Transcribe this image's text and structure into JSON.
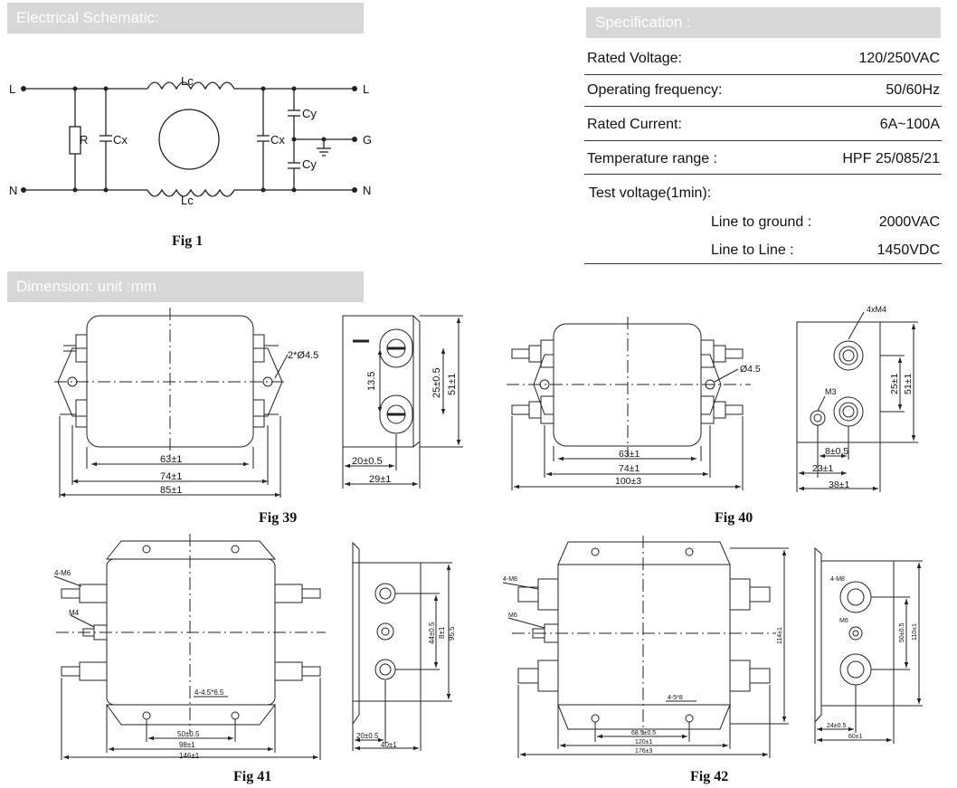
{
  "headers": {
    "schematic": "Electrical Schematic:",
    "specification": "Specification :",
    "dimension": "Dimension:    unit :mm"
  },
  "spec": {
    "rated_voltage": {
      "label": "Rated Voltage:",
      "value": "120/250VAC"
    },
    "frequency": {
      "label": "Operating frequency:",
      "value": "50/60Hz"
    },
    "rated_current": {
      "label": "Rated Current:",
      "value": "6A~100A"
    },
    "temperature": {
      "label": "Temperature range :",
      "value": "HPF 25/085/21"
    },
    "test_voltage": {
      "label": "Test voltage(1min):"
    },
    "line_ground": {
      "label": "Line to ground :",
      "value": "2000VAC"
    },
    "line_line": {
      "label": "Line to Line :",
      "value": "1450VDC"
    }
  },
  "schematic": {
    "L": "L",
    "N": "N",
    "G": "G",
    "R": "R",
    "Cx": "Cx",
    "Cy": "Cy",
    "Lc": "Lc"
  },
  "captions": {
    "fig1": "Fig 1",
    "fig39": "Fig 39",
    "fig40": "Fig 40",
    "fig41": "Fig 41",
    "fig42": "Fig 42"
  },
  "fig39": {
    "hole": "2*Ø4.5",
    "d63": "63±1",
    "d74": "74±1",
    "d85": "85±1",
    "d13": "13.5",
    "d25": "25±0.5",
    "d51": "51±1",
    "d20": "20±0.5",
    "d29": "29±1"
  },
  "fig40": {
    "m4": "4xM4",
    "hole": "Ø4.5",
    "m3": "M3",
    "d63": "63±1",
    "d74": "74±1",
    "d100": "100±3",
    "d25": "25±1",
    "d51": "51±1",
    "d8": "8±0.5",
    "d23": "23±1",
    "d38": "38±1"
  },
  "fig41": {
    "m6": "4-M6",
    "m4": "M4",
    "hole": "4-4.5*6.5",
    "d50": "50±0.5",
    "d98": "98±1",
    "d146": "146±1",
    "d44": "44±0.5",
    "d8": "8±1",
    "d95": "95.5",
    "d20": "20±0.5",
    "d40": "40±1"
  },
  "fig42": {
    "m8": "4-M8",
    "m6": "M6",
    "hole": "4-5*8",
    "d68": "68.5±0.5",
    "d120": "120±1",
    "d176": "176±3",
    "d114": "114±1",
    "d50": "50±0.5",
    "d110": "110±1",
    "d24": "24±0.5",
    "d60": "60±1"
  }
}
